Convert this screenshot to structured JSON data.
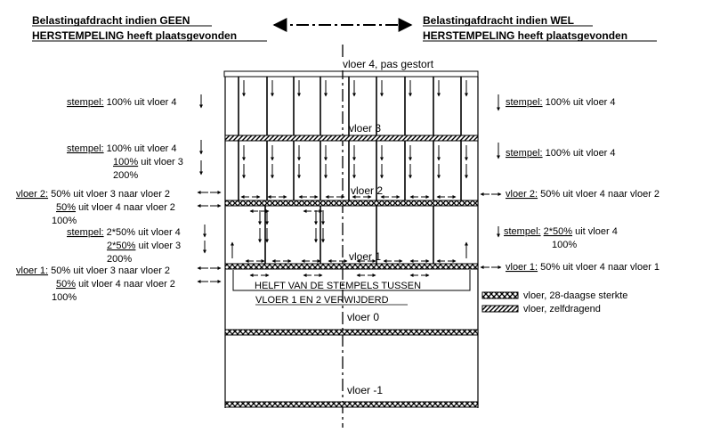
{
  "header": {
    "left_line1": "Belastingafdracht indien GEEN",
    "left_line2": "HERSTEMPELING heeft plaatsgevonden",
    "right_line1": "Belastingafdracht indien WEL",
    "right_line2": "HERSTEMPELING heeft plaatsgevonden"
  },
  "floors": {
    "vloer4": "vloer 4, pas gestort",
    "vloer3": "vloer 3",
    "vloer2": "vloer 2",
    "vloer1": "vloer 1",
    "vloer0": "vloer 0",
    "vloerm1": "vloer -1"
  },
  "removed_note": {
    "line1": "HELFT VAN DE STEMPELS TUSSEN",
    "line2": "VLOER 1 EN 2 VERWIJDERD"
  },
  "legend": {
    "strength28": "vloer, 28-daagse sterkte",
    "selfsupporting": "vloer, zelfdragend"
  },
  "left": {
    "a_label": "stempel:",
    "a_text": "100% uit vloer 4",
    "b_label": "stempel:",
    "b_text1": "100% uit vloer 4",
    "b_pct2": "100%",
    "b_text2": "uit vloer 3",
    "b_total": "200%",
    "c_label": "vloer 2:",
    "c_text1": "50% uit vloer 3 naar vloer 2",
    "c_pct2": "50%",
    "c_text2": "uit vloer 4 naar vloer 2",
    "c_total": "100%",
    "d_label": "stempel:",
    "d_text1": "2*50% uit vloer 4",
    "d_pct2": "2*50%",
    "d_text2": "uit vloer 3",
    "d_total": "200%",
    "e_label": "vloer 1:",
    "e_text1": "50% uit vloer 3 naar vloer 2",
    "e_pct2": "50%",
    "e_text2": "uit vloer 4 naar vloer 2",
    "e_total": "100%"
  },
  "right": {
    "a_label": "stempel:",
    "a_text": "100% uit vloer 4",
    "b_label": "stempel:",
    "b_text": "100% uit vloer 4",
    "c_label": "vloer 2:",
    "c_text": "50% uit vloer 4 naar vloer 2",
    "d_label": "stempel:",
    "d_pct": "2*50%",
    "d_text": "uit vloer 4",
    "d_total": "100%",
    "e_label": "vloer 1:",
    "e_text": "50% uit vloer 4 naar vloer 1"
  }
}
